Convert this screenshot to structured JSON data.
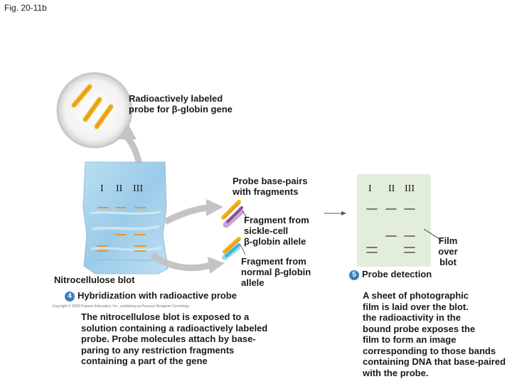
{
  "figure": {
    "label": "Fig. 20-11b"
  },
  "probe": {
    "caption_line1": "Radioactively labeled",
    "caption_line2": "probe for β-globin gene"
  },
  "blot": {
    "lanes": [
      "I",
      "II",
      "III"
    ],
    "label": "Nitrocellulose blot",
    "base_pairs_line1": "Probe base-pairs",
    "base_pairs_line2": "with fragments",
    "sickle_line1": "Fragment from",
    "sickle_line2": "sickle-cell",
    "sickle_line3": "β-globin allele",
    "normal_line1": "Fragment from",
    "normal_line2": "normal β-globin",
    "normal_line3": "allele"
  },
  "step4": {
    "number": "4",
    "title": "Hybridization with radioactive probe",
    "copyright": "Copyright © 2008 Pearson Education, Inc., publishing as Pearson Benjamin Cummings.",
    "desc_lines": [
      "The nitrocellulose blot is exposed to a",
      "solution containing a radioactively labeled",
      "probe. Probe molecules attach by base-",
      "paring to any restriction fragments",
      "containing a part of the gene"
    ]
  },
  "film": {
    "lanes": [
      "I",
      "II",
      "III"
    ],
    "label_line1": "Film",
    "label_line2": "over",
    "label_line3": "blot"
  },
  "step5": {
    "number": "5",
    "title": "Probe detection",
    "desc_lines": [
      "A sheet of photographic",
      "film is laid over the blot.",
      "the radioactivity in the",
      "bound probe exposes the",
      "film to form an image",
      "corresponding to those bands",
      "containing DNA that base-paired",
      "with the probe."
    ]
  },
  "colors": {
    "blot_blue": "#a9d3ec",
    "band_orange": "#e8952b",
    "probe_yellow": "#f2b418",
    "film_green": "#e3eddc",
    "sickle_purple": "#8a4e96",
    "normal_cyan": "#35b5da",
    "step_circle": "#3a7fbf"
  }
}
